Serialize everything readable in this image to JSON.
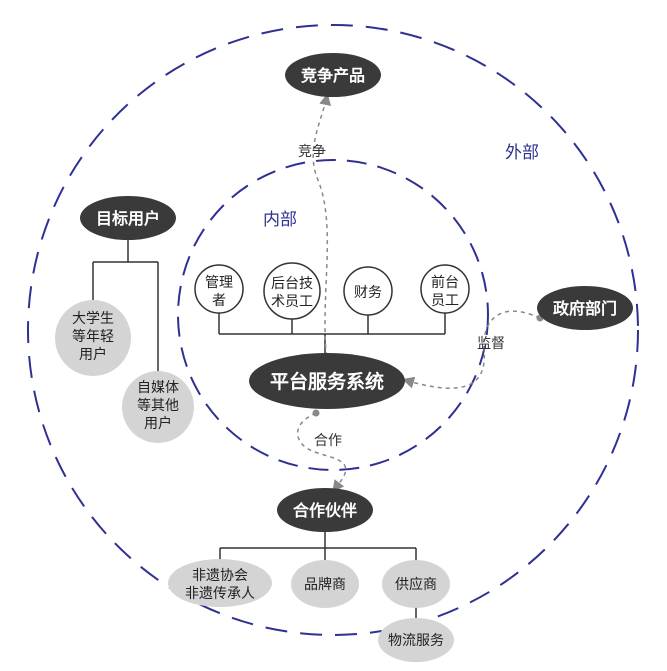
{
  "regions": {
    "outer_label": "外部",
    "inner_label": "内部"
  },
  "core": {
    "platform": "平台服务系统"
  },
  "internal_roles": {
    "manager": [
      "管理",
      "者"
    ],
    "tech": [
      "后台技",
      "术员工"
    ],
    "finance": [
      "财务"
    ],
    "front": [
      "前台",
      "员工"
    ]
  },
  "external": {
    "competitor": "竞争产品",
    "government": "政府部门",
    "target_users": "目标用户",
    "partners": "合作伙伴"
  },
  "user_groups": {
    "students": [
      "大学生",
      "等年轻",
      "用户"
    ],
    "media": [
      "自媒体",
      "等其他",
      "用户"
    ]
  },
  "partner_types": {
    "heritage": [
      "非遗协会",
      "非遗传承人"
    ],
    "brand": [
      "品牌商"
    ],
    "supplier": [
      "供应商"
    ],
    "logistics": [
      "物流服务"
    ]
  },
  "relations": {
    "compete": "竞争",
    "supervise": "监督",
    "cooperate": "合作"
  },
  "colors": {
    "dark_node": "#3a3a3a",
    "light_node": "#d4d4d4",
    "dashed_circle": "#2e3192",
    "connector": "#333333",
    "relation_arrow": "#888888"
  }
}
